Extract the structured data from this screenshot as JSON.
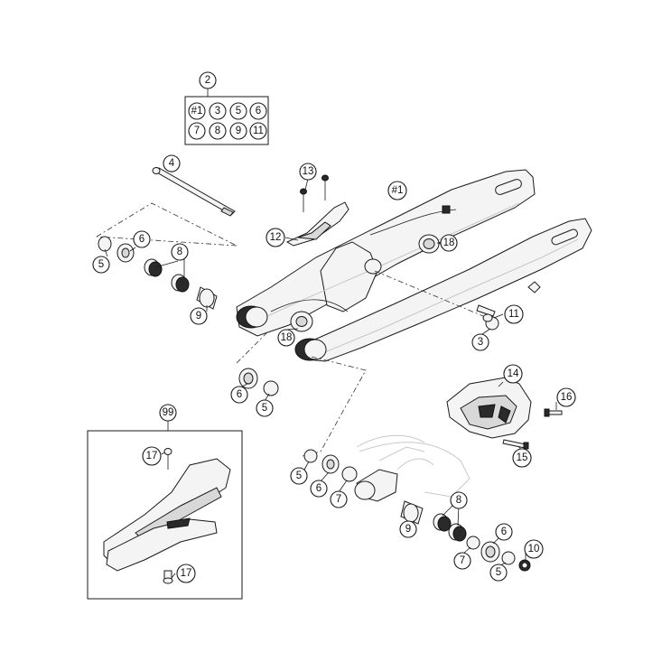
{
  "callouts": {
    "c2": "2",
    "kit": [
      "#1",
      "3",
      "5",
      "6",
      "7",
      "8",
      "9",
      "11"
    ],
    "c4": "4",
    "c13": "13",
    "c1": "#1",
    "c12": "12",
    "c18a": "18",
    "c6a": "6",
    "c8a": "8",
    "c5a": "5",
    "c9a": "9",
    "c18b": "18",
    "c11": "11",
    "c3": "3",
    "c6b": "6",
    "c5b": "5",
    "c14": "14",
    "c16": "16",
    "c15": "15",
    "c99": "99",
    "c17a": "17",
    "c17b": "17",
    "c5c": "5",
    "c6c": "6",
    "c7a": "7",
    "c8b": "8",
    "c9b": "9",
    "c6d": "6",
    "c7b": "7",
    "c10": "10",
    "c5d": "5"
  },
  "colors": {
    "line": "#1a1a1a",
    "dark_part": "#2a2a2a",
    "light_part": "#f4f4f4"
  }
}
